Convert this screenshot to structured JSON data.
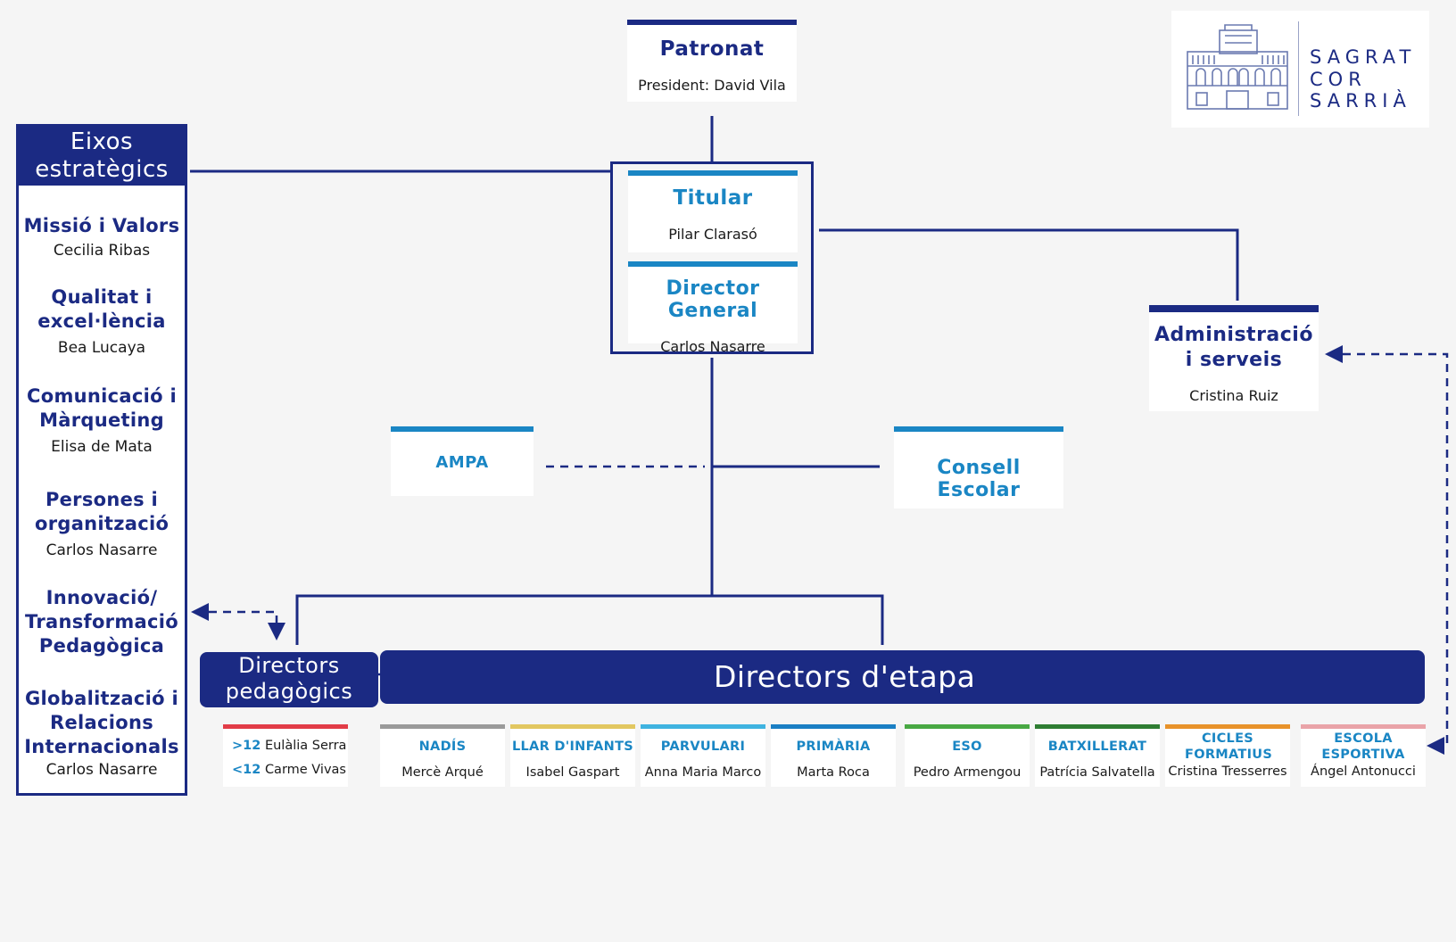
{
  "colors": {
    "navy": "#1b2a83",
    "blue": "#1a86c4",
    "background": "#f5f5f5"
  },
  "patronat": {
    "title": "Patronat",
    "person": "President: David Vila"
  },
  "titular": {
    "title": "Titular",
    "person": "Pilar Clarasó"
  },
  "director_general": {
    "title": "Director General",
    "person": "Carlos Nasarre"
  },
  "administracio": {
    "title_line1": "Administració",
    "title_line2": "i serveis",
    "person": "Cristina Ruiz"
  },
  "ampa": {
    "title": "AMPA"
  },
  "consell": {
    "title": "Consell Escolar"
  },
  "eixos": {
    "title_line1": "Eixos",
    "title_line2": "estratègics",
    "items": [
      {
        "title": "Missió i Valors",
        "person": "Cecilia Ribas"
      },
      {
        "title": "Qualitat i excel·lència",
        "person": "Bea Lucaya"
      },
      {
        "title": "Comunicació i Màrqueting",
        "person": "Elisa de Mata"
      },
      {
        "title": "Persones i organització",
        "person": "Carlos Nasarre"
      },
      {
        "title": "Innovació/ Transformació Pedagògica",
        "person": ""
      },
      {
        "title": "Globalització i Relacions Internacionals",
        "person": "Carlos Nasarre"
      }
    ]
  },
  "directors_pedagogics": {
    "label_line1": "Directors",
    "label_line2": "pedagògics",
    "rows": [
      {
        "tag": ">12",
        "name": "Eulàlia Serra"
      },
      {
        "tag": "<12",
        "name": "Carme Vivas"
      }
    ]
  },
  "directors_etapa": {
    "label": "Directors d'etapa"
  },
  "stages": [
    {
      "name": "NADÍS",
      "person": "Mercè Arqué",
      "color": "#9a9a9a"
    },
    {
      "name": "LLAR D'INFANTS",
      "person": "Isabel Gaspart",
      "color": "#e2c760"
    },
    {
      "name": "PARVULARI",
      "person": "Anna Maria Marco",
      "color": "#3fb3e0"
    },
    {
      "name": "PRIMÀRIA",
      "person": "Marta Roca",
      "color": "#1a7fc4"
    },
    {
      "name": "ESO",
      "person": "Pedro Armengou",
      "color": "#48a843"
    },
    {
      "name": "BATXILLERAT",
      "person": "Patrícia Salvatella",
      "color": "#2e7d32"
    },
    {
      "name": "CICLES FORMATIUS",
      "person": "Cristina Tresserres",
      "color": "#e8922a"
    },
    {
      "name": "ESCOLA ESPORTIVA",
      "person": "Ángel Antonucci",
      "color": "#e9a3a8"
    }
  ],
  "logo": {
    "line1": "SAGRAT",
    "line2": "COR",
    "line3": "SARRIÀ",
    "icon": "building-icon"
  }
}
